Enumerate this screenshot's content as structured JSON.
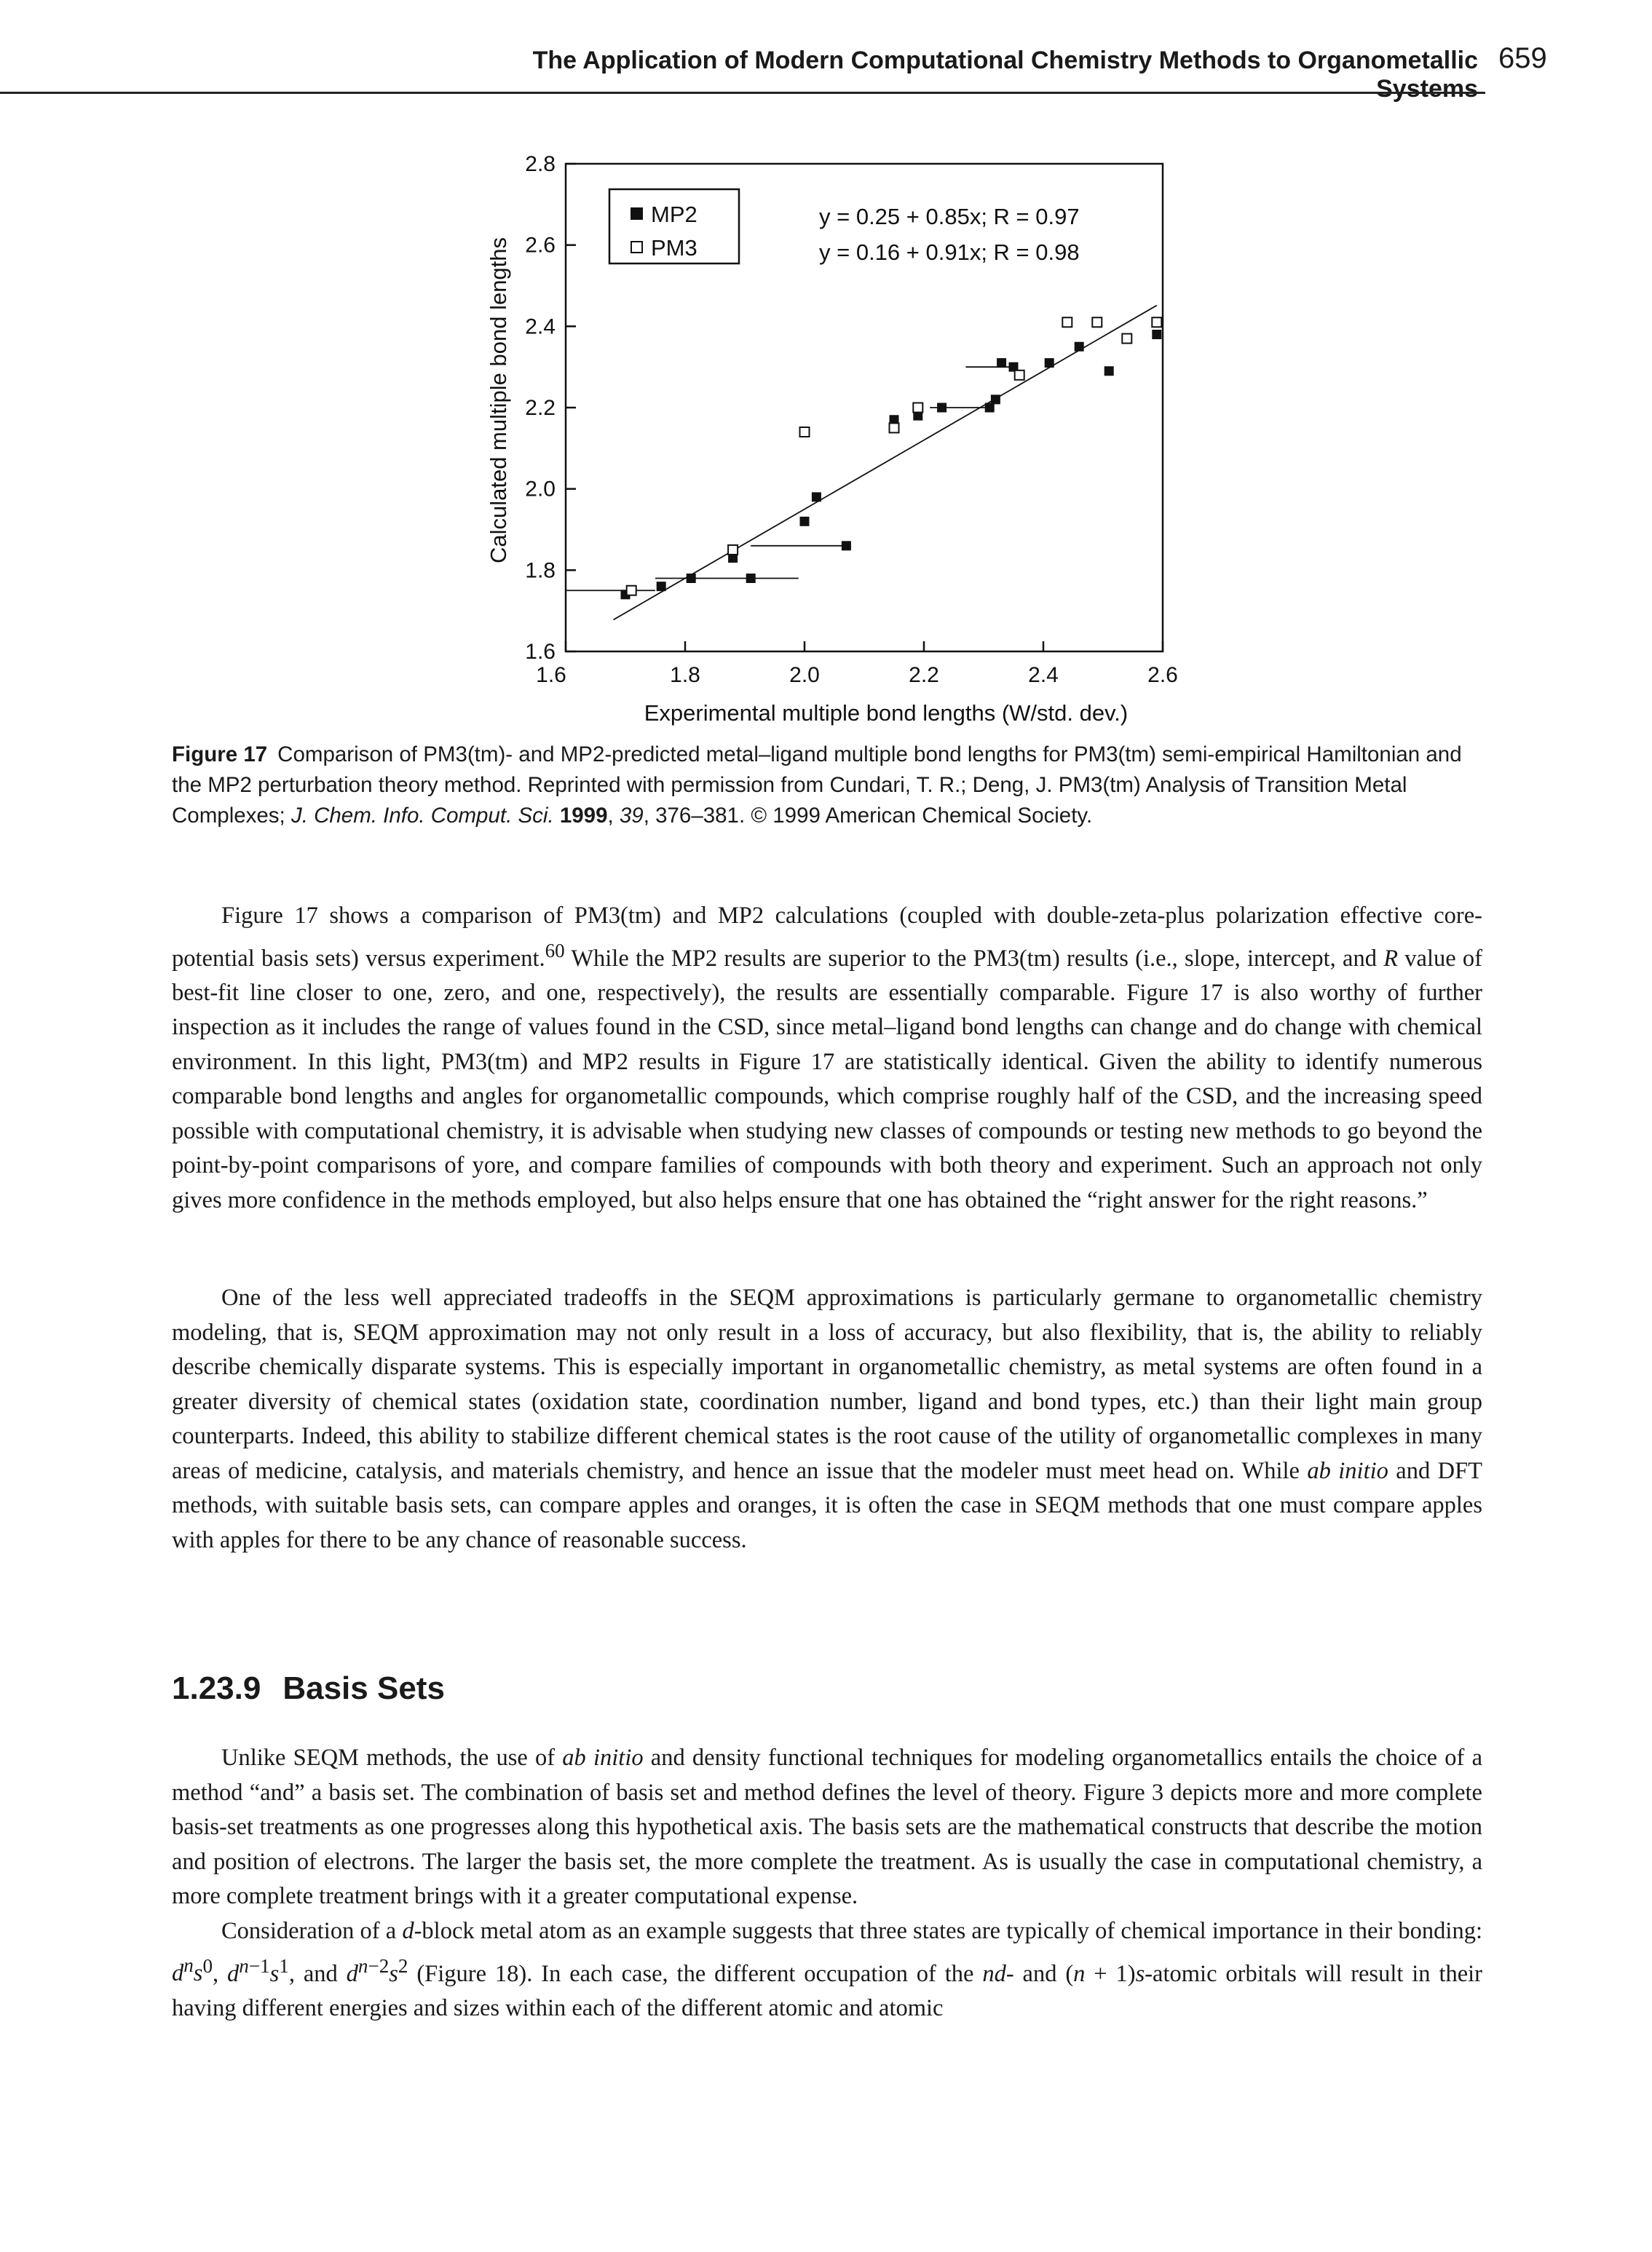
{
  "header": {
    "title": "The Application of Modern Computational Chemistry Methods to Organometallic Systems",
    "page_number": "659"
  },
  "chart_data": {
    "type": "scatter",
    "xlabel": "Experimental multiple bond lengths (W/std. dev.)",
    "ylabel": "Calculated multiple bond lengths",
    "xlim": [
      1.6,
      2.6
    ],
    "ylim": [
      1.6,
      2.8
    ],
    "x_ticks": [
      "1.6",
      "1.8",
      "2.0",
      "2.2",
      "2.4",
      "2.6"
    ],
    "y_ticks": [
      "1.6",
      "1.8",
      "2.0",
      "2.2",
      "2.4",
      "2.6",
      "2.8"
    ],
    "legend": {
      "placement": "top-left",
      "entries": [
        {
          "name": "MP2",
          "marker": "filled-square"
        },
        {
          "name": "PM3",
          "marker": "open-square"
        }
      ]
    },
    "annotations": [
      {
        "line1": "y = 0.25 + 0.85x; R = 0.97"
      },
      {
        "line2": "y = 0.16 + 0.91x; R = 0.98"
      }
    ],
    "fit_line": {
      "intercept": 0.25,
      "slope": 0.85
    },
    "series": [
      {
        "name": "MP2",
        "marker": "filled-square",
        "points": [
          {
            "x": 1.7,
            "y": 1.74
          },
          {
            "x": 1.71,
            "y": 1.75
          },
          {
            "x": 1.76,
            "y": 1.76
          },
          {
            "x": 1.81,
            "y": 1.78
          },
          {
            "x": 1.91,
            "y": 1.78
          },
          {
            "x": 1.88,
            "y": 1.83
          },
          {
            "x": 2.07,
            "y": 1.86
          },
          {
            "x": 2.0,
            "y": 1.92
          },
          {
            "x": 2.02,
            "y": 1.98
          },
          {
            "x": 2.15,
            "y": 2.17
          },
          {
            "x": 2.19,
            "y": 2.18
          },
          {
            "x": 2.23,
            "y": 2.2
          },
          {
            "x": 2.31,
            "y": 2.2
          },
          {
            "x": 2.32,
            "y": 2.22
          },
          {
            "x": 2.33,
            "y": 2.31
          },
          {
            "x": 2.35,
            "y": 2.3
          },
          {
            "x": 2.41,
            "y": 2.31
          },
          {
            "x": 2.46,
            "y": 2.35
          },
          {
            "x": 2.51,
            "y": 2.29
          },
          {
            "x": 2.59,
            "y": 2.38
          }
        ],
        "error_bars": [
          {
            "x": 1.71,
            "y": 1.75,
            "xmin": 1.6,
            "xmax": 1.75
          },
          {
            "x": 1.91,
            "y": 1.78,
            "xmin": 1.75,
            "xmax": 1.99
          },
          {
            "x": 2.07,
            "y": 1.86,
            "xmin": 1.91,
            "xmax": 2.07
          },
          {
            "x": 2.31,
            "y": 2.2,
            "xmin": 2.21,
            "xmax": 2.31
          },
          {
            "x": 2.35,
            "y": 2.3,
            "xmin": 2.27,
            "xmax": 2.35
          }
        ]
      },
      {
        "name": "PM3",
        "marker": "open-square",
        "points": [
          {
            "x": 1.71,
            "y": 1.75
          },
          {
            "x": 1.88,
            "y": 1.85
          },
          {
            "x": 2.0,
            "y": 2.14
          },
          {
            "x": 2.15,
            "y": 2.15
          },
          {
            "x": 2.19,
            "y": 2.2
          },
          {
            "x": 2.36,
            "y": 2.28
          },
          {
            "x": 2.44,
            "y": 2.41
          },
          {
            "x": 2.49,
            "y": 2.41
          },
          {
            "x": 2.54,
            "y": 2.37
          },
          {
            "x": 2.59,
            "y": 2.41
          }
        ]
      }
    ]
  },
  "caption": {
    "label": "Figure 17",
    "text_html": "Comparison of PM3(tm)- and MP2-predicted metal–ligand multiple bond lengths for PM3(tm) semi-empirical Hamiltonian and the MP2 perturbation theory method. Reprinted with permission from Cundari, T. R.; Deng, J. PM3(tm) Analysis of Transition Metal Complexes; <i>J. Chem. Info. Comput. Sci.</i> <b>1999</b>, <i>39</i>, 376–381. © 1999 American Chemical Society."
  },
  "body": {
    "para1_html": "Figure 17 shows a comparison of PM3(tm) and MP2 calculations (coupled with double-zeta-plus polarization effective core-potential basis sets) versus experiment.<sup>60</sup> While the MP2 results are superior to the PM3(tm) results (i.e., slope, intercept, and <i>R</i> value of best-fit line closer to one, zero, and one, respectively), the results are essentially comparable. Figure 17 is also worthy of further inspection as it includes the range of values found in the CSD, since metal–ligand bond lengths can change and do change with chemical environment. In this light, PM3(tm) and MP2 results in Figure 17 are statistically identical. Given the ability to identify numerous comparable bond lengths and angles for organometallic compounds, which comprise roughly half of the CSD, and the increasing speed possible with computational chemistry, it is advisable when studying new classes of compounds or testing new methods to go beyond the point-by-point comparisons of yore, and compare families of compounds with both theory and experiment. Such an approach not only gives more confidence in the methods employed, but also helps ensure that one has obtained the “right answer for the right reasons.”",
    "para2_html": "One of the less well appreciated tradeoffs in the SEQM approximations is particularly germane to organometallic chemistry modeling, that is, SEQM approximation may not only result in a loss of accuracy, but also flexibility, that is, the ability to reliably describe chemically disparate systems. This is especially important in organometallic chemistry, as metal systems are often found in a greater diversity of chemical states (oxidation state, coordination number, ligand and bond types, etc.) than their light main group counterparts. Indeed, this ability to stabilize different chemical states is the root cause of the utility of organometallic complexes in many areas of medicine, catalysis, and materials chemistry, and hence an issue that the modeler must meet head on. While <i>ab initio</i> and DFT methods, with suitable basis sets, can compare apples and oranges, it is often the case in SEQM methods that one must compare apples with apples for there to be any chance of reasonable success.",
    "section_number": "1.23.9",
    "section_title": "Basis Sets",
    "para3_html": "Unlike SEQM methods, the use of <i>ab initio</i> and density functional techniques for modeling organometallics entails the choice of a method “and” a basis set. The combination of basis set and method defines the level of theory. Figure 3 depicts more and more complete basis-set treatments as one progresses along this hypothetical axis. The basis sets are the mathematical constructs that describe the motion and position of electrons. The larger the basis set, the more complete the treatment. As is usually the case in computational chemistry, a more complete treatment brings with it a greater computational expense.",
    "para4_html": "Consideration of a <i>d</i>-block metal atom as an example suggests that three states are typically of chemical importance in their bonding: <i>d<sup>n</sup>s</i><sup>0</sup>, <i>d</i><sup><i>n</i>−1</sup><i>s</i><sup>1</sup>, and <i>d</i><sup><i>n</i>−2</sup><i>s</i><sup>2</sup> (Figure 18). In each case, the different occupation of the <i>nd</i>- and (<i>n</i> + 1)<i>s</i>-atomic orbitals will result in their having different energies and sizes within each of the different atomic and atomic"
  }
}
